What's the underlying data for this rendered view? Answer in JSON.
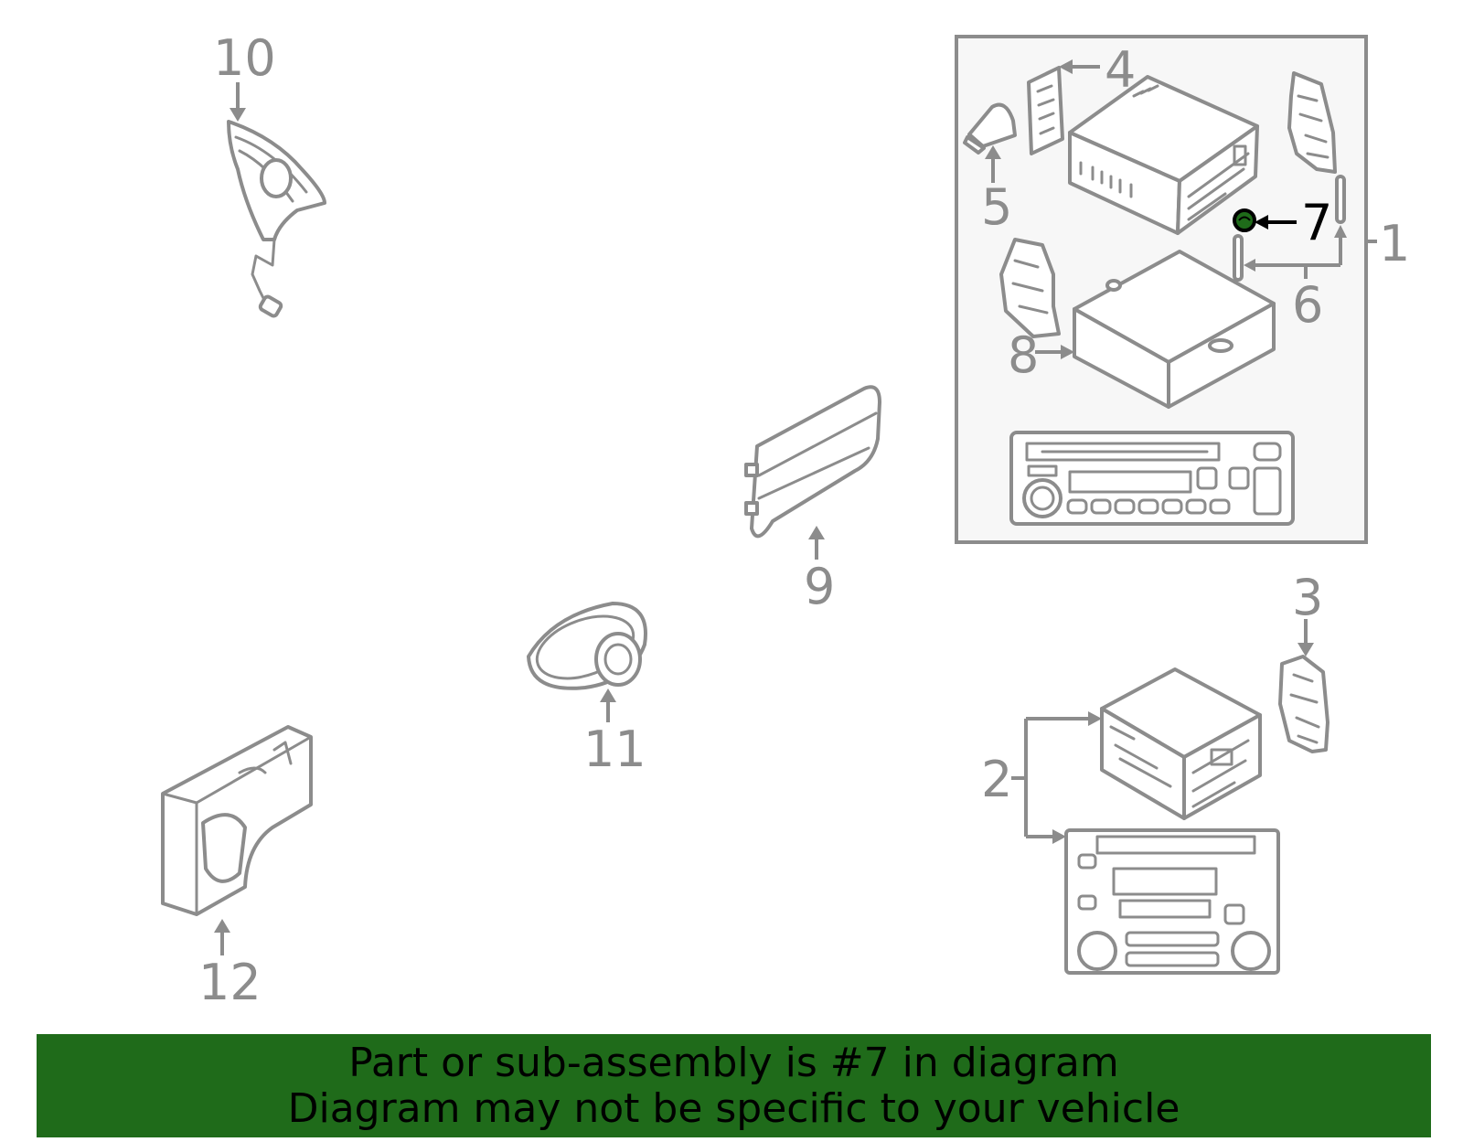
{
  "callouts": {
    "c1": "1",
    "c2": "2",
    "c3": "3",
    "c4": "4",
    "c5": "5",
    "c6": "6",
    "c7": "7",
    "c8": "8",
    "c9": "9",
    "c10": "10",
    "c11": "11",
    "c12": "12"
  },
  "highlight": {
    "callout": "7",
    "fill_color": "#1f6b1a",
    "stroke_color": "#000000"
  },
  "colors": {
    "line": "#8c8c8c",
    "inset_background": "#f7f7f7",
    "banner_background": "#1f6b1a",
    "banner_text": "#000000"
  },
  "banner": {
    "line1": "Part or sub-assembly is #7 in diagram",
    "line2": "Diagram may not be specific to your vehicle"
  }
}
